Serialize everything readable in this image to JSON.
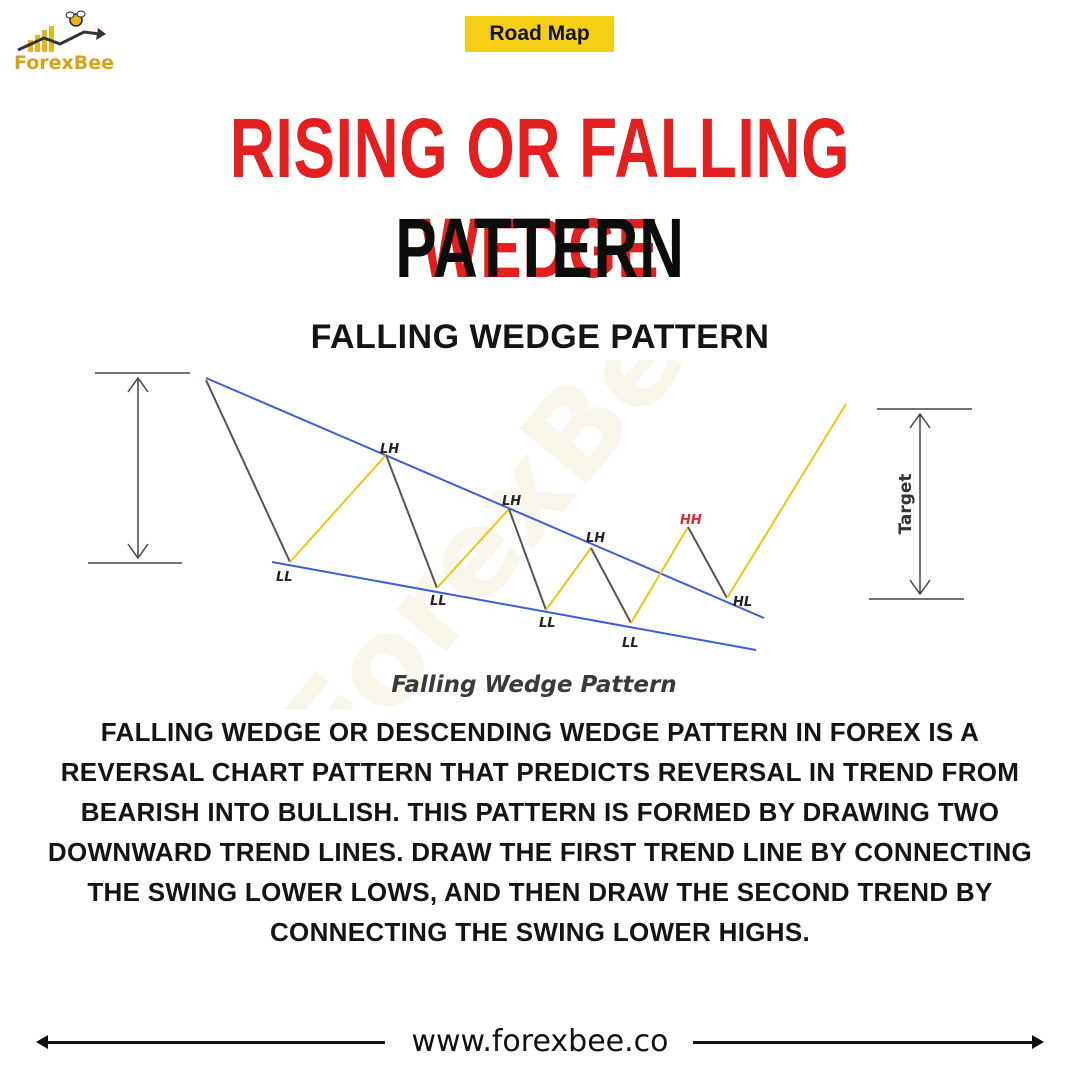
{
  "brand": {
    "name": "ForexBee"
  },
  "badge": {
    "label": "Road Map"
  },
  "title": {
    "line1": "RISING OR FALLING WEDGE",
    "line2": "PATTERN"
  },
  "subtitle": "FALLING WEDGE PATTERN",
  "diagram": {
    "caption": "Falling Wedge Pattern",
    "target_label": "Target",
    "colors": {
      "down_leg": "#555555",
      "up_leg": "#f1c40f",
      "trendline": "#3b5fd9",
      "hh_label": "#e02a2a"
    },
    "point_labels": {
      "lh1": "LH",
      "lh2": "LH",
      "lh3": "LH",
      "hh": "HH",
      "hl": "HL",
      "ll1": "LL",
      "ll2": "LL",
      "ll3": "LL",
      "ll4": "LL"
    }
  },
  "description": "FALLING WEDGE OR DESCENDING WEDGE PATTERN IN FOREX IS A REVERSAL CHART PATTERN THAT PREDICTS REVERSAL IN TREND FROM BEARISH INTO BULLISH. THIS PATTERN IS FORMED BY DRAWING TWO DOWNWARD TREND LINES. DRAW THE FIRST TREND LINE BY CONNECTING THE SWING LOWER LOWS, AND THEN DRAW THE SECOND TREND BY CONNECTING THE SWING LOWER HIGHS.",
  "footer": {
    "url": "www.forexbee.co"
  }
}
